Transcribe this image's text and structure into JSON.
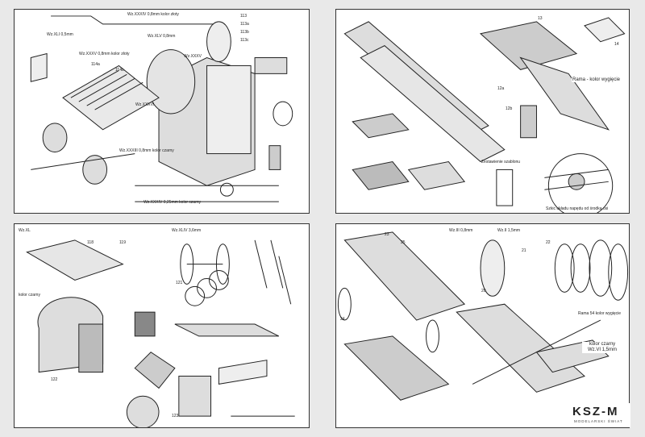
{
  "panels": [
    {
      "name": "cab-and-boiler",
      "labels": [
        "Wz.XXXIV 0,8mm kolor złoty",
        "Wz.XLI 0,5mm",
        "Wz.XXXV 0,8mm kolor złoty",
        "Wz.XLV 0,8mm",
        "Wz.XXXV",
        "Wz.XXXVI",
        "Wz.XXXIII 0,8mm kolor czarny",
        "Wz.XXXIV 0,25mm kolor czarny",
        "113",
        "113a",
        "113b",
        "113c",
        "114a",
        "114b"
      ]
    },
    {
      "name": "frame-and-chassis",
      "labels": [
        "Zestawienie szablonu",
        "Szkic układu napędu od środka osi",
        "Rama - kolor wygięcie",
        "12a",
        "12b",
        "13",
        "14"
      ]
    },
    {
      "name": "cab-details",
      "labels": [
        "Wz.XLIV 3,6mm",
        "Wz.XL",
        "kolor czarny",
        "118",
        "119",
        "121",
        "122",
        "123"
      ]
    },
    {
      "name": "wheels-and-running-gear",
      "labels": [
        "Wz.II 1,5mm",
        "Wz.III 0,8mm",
        "Rama 54 kolor wygięcie",
        "kolor czarny Wz.VI 1,5mm",
        "20",
        "21",
        "22",
        "23",
        "24",
        "25"
      ]
    }
  ],
  "logo": {
    "mark": "KSZ-M",
    "subtitle": "MODELARSKI ŚWIAT"
  }
}
